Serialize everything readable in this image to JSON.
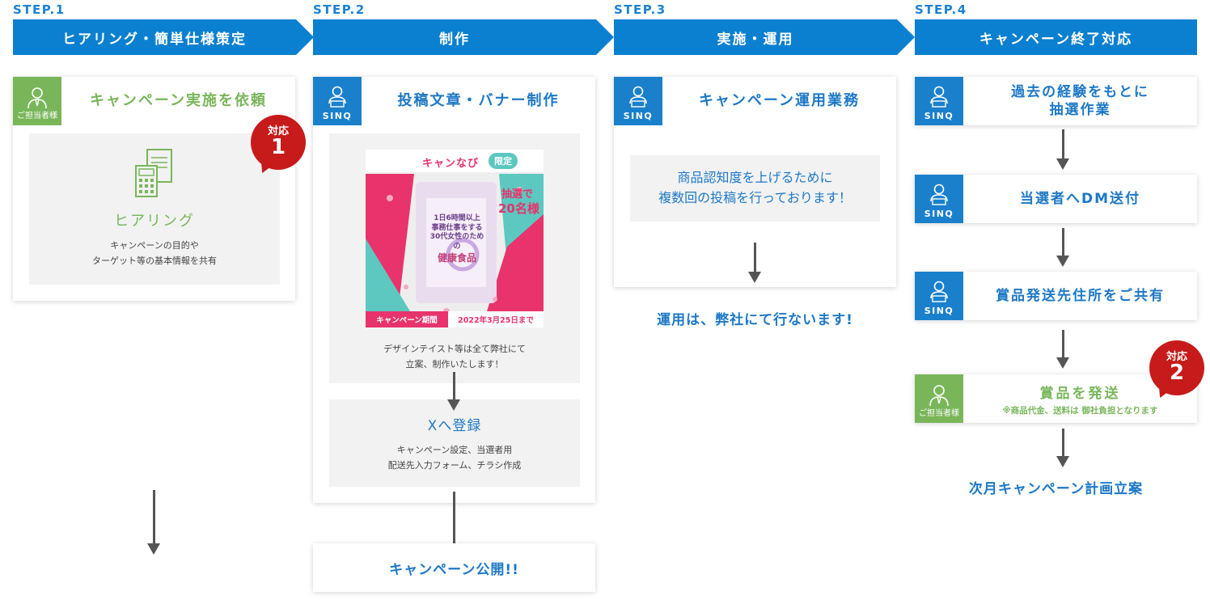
{
  "steps": [
    {
      "label": "STEP.1",
      "title": "ヒアリング・簡単仕様策定"
    },
    {
      "label": "STEP.2",
      "title": "制作"
    },
    {
      "label": "STEP.3",
      "title": "実施・運用"
    },
    {
      "label": "STEP.4",
      "title": "キャンペーン終了対応"
    }
  ],
  "badges": {
    "client": "ご担当者様",
    "sinq": "SINQ"
  },
  "step1": {
    "card_title": "キャンペーン実施を依頼",
    "response_label": "対応",
    "response_number": "1",
    "box_title": "ヒアリング",
    "box_desc_1": "キャンペーンの目的や",
    "box_desc_2": "ターゲット等の基本情報を共有"
  },
  "step2": {
    "card_title": "投稿文章・バナー制作",
    "banner": {
      "brand": "キャンなび",
      "limited": "限定",
      "lottery_1": "抽選で",
      "lottery_2": "20名様",
      "copy_1": "1日6時間以上",
      "copy_2": "事務仕事をする",
      "copy_3": "30代女性のための",
      "copy_4": "健康食品",
      "period_label": "キャンペーン期間",
      "period_value": "2022年3月25日まで"
    },
    "design_desc_1": "デザインテイスト等は全て弊社にて",
    "design_desc_2": "立案、制作いたします！",
    "x_title": "Xへ登録",
    "x_desc_1": "キャンペーン設定、当選者用",
    "x_desc_2": "配送先入力フォーム、チラシ作成",
    "publish": "キャンペーン公開!!"
  },
  "step3": {
    "card_title": "キャンペーン運用業務",
    "msg_1": "商品認知度を上げるために",
    "msg_2": "複数回の投稿を行っております！",
    "footer": "運用は、弊社にて行ないます!"
  },
  "step4": {
    "t1_line1": "過去の経験をもとに",
    "t1_line2": "抽選作業",
    "t2": "当選者へDM送付",
    "t3": "賞品発送先住所をご共有",
    "t4": "賞品を発送",
    "t4_note": "※商品代金、送料は 御社負担となります",
    "response_label": "対応",
    "response_number": "2",
    "next": "次月キャンペーン計画立案"
  },
  "colors": {
    "blue": "#0b80d0",
    "green": "#79b65a",
    "red": "#c71a1a",
    "pink": "#e8336d",
    "teal": "#5cc8c0"
  }
}
